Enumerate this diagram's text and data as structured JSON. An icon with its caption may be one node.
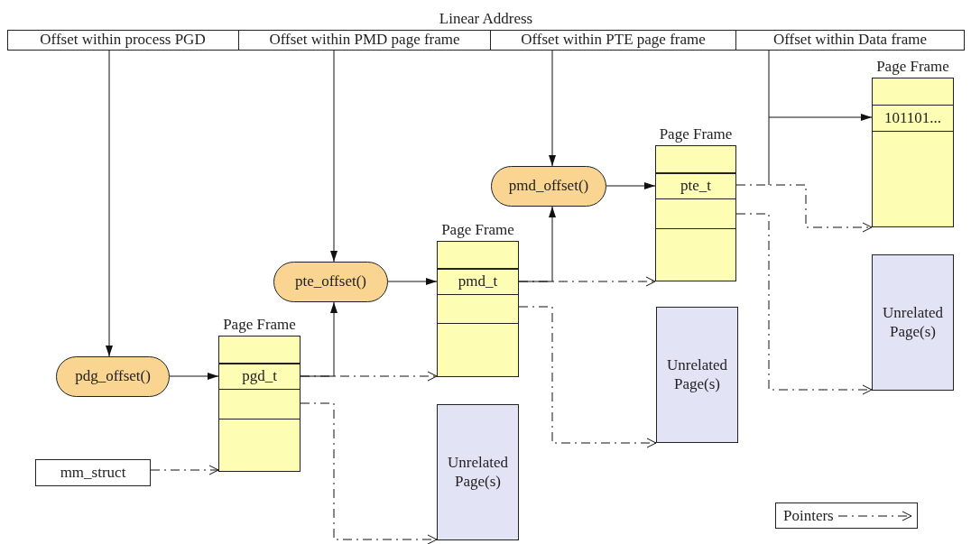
{
  "diagram": {
    "nodes": [
      {
        "text": [
          "Linear Address"
        ]
      },
      {
        "text": [
          "Offset within process PGD"
        ],
        "in": 0
      },
      {
        "text": [
          "Offset within PMD page frame"
        ],
        "in": 0
      },
      {
        "text": [
          "Offset within PTE page frame"
        ],
        "in": 0
      },
      {
        "text": [
          "Offset within Data frame"
        ],
        "in": 0
      },
      {
        "text": [
          "pdg_offset()"
        ]
      },
      {
        "text": [
          "pte_offset()"
        ]
      },
      {
        "text": [
          "pmd_offset()"
        ]
      },
      {
        "text": [
          "Page Frame"
        ]
      },
      {
        "text": [
          "pgd_t"
        ],
        "in": 8
      },
      {
        "text": [
          "Page Frame"
        ]
      },
      {
        "text": [
          "pmd_t"
        ],
        "in": 10
      },
      {
        "text": [
          "Page Frame"
        ]
      },
      {
        "text": [
          "pte_t"
        ],
        "in": 12
      },
      {
        "text": [
          "Page Frame"
        ]
      },
      {
        "text": [
          "101101..."
        ],
        "in": 14
      },
      {
        "text": [
          "Unrelated Page(s)"
        ]
      },
      {
        "text": [
          "Unrelated Page(s)"
        ]
      },
      {
        "text": [
          "Unrelated Page(s)"
        ]
      },
      {
        "text": [
          "mm_struct"
        ]
      }
    ],
    "edges": [
      {
        "from": 1,
        "to": 5,
        "arrow": "to"
      },
      {
        "from": 5,
        "to": 9,
        "arrow": "to"
      },
      {
        "from": 2,
        "to": 6,
        "arrow": "to"
      },
      {
        "from": 9,
        "to": 6,
        "arrow": "to"
      },
      {
        "from": 6,
        "to": 11,
        "arrow": "to"
      },
      {
        "from": 9,
        "to": 10,
        "arrow": "to",
        "style": "dashed"
      },
      {
        "from": 9,
        "to": 16,
        "arrow": "to",
        "style": "dashed"
      },
      {
        "from": 19,
        "to": 8,
        "arrow": "to",
        "style": "dashed"
      },
      {
        "from": 3,
        "to": 7,
        "arrow": "to"
      },
      {
        "from": 11,
        "to": 7,
        "arrow": "to"
      },
      {
        "from": 11,
        "to": 12,
        "arrow": "to",
        "style": "dashed"
      },
      {
        "from": 11,
        "to": 17,
        "arrow": "to",
        "style": "dashed"
      },
      {
        "from": 7,
        "to": 13,
        "arrow": "to"
      },
      {
        "from": 4,
        "to": 15,
        "arrow": "to"
      },
      {
        "from": 13,
        "to": 14,
        "arrow": "to",
        "style": "dashed"
      },
      {
        "from": 13,
        "to": 18,
        "arrow": "to",
        "style": "dashed"
      }
    ],
    "legend": [
      {
        "text": "Pointers"
      }
    ]
  }
}
